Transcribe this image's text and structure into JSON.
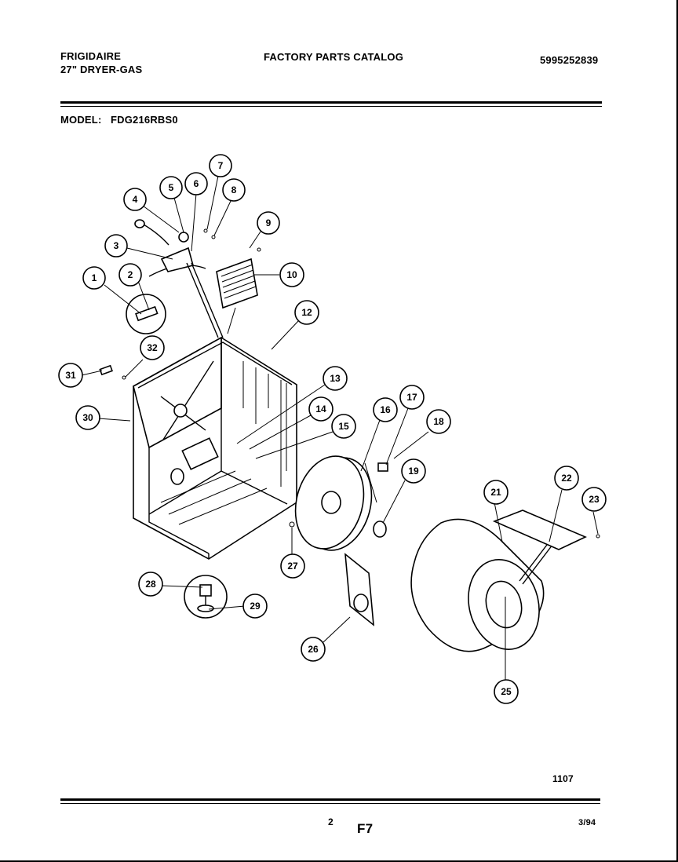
{
  "header": {
    "brand": "FRIGIDAIRE",
    "product": "27\" DRYER-GAS",
    "catalog_title": "FACTORY PARTS CATALOG",
    "catalog_number": "5995252839",
    "model_label": "MODEL:",
    "model_number": "FDG216RBS0"
  },
  "callouts": [
    "1",
    "2",
    "3",
    "4",
    "5",
    "6",
    "7",
    "8",
    "9",
    "10",
    "12",
    "13",
    "14",
    "15",
    "16",
    "17",
    "18",
    "19",
    "21",
    "22",
    "23",
    "25",
    "26",
    "27",
    "28",
    "29",
    "30",
    "31",
    "32"
  ],
  "footer": {
    "figure_code": "1107",
    "page_number": "2",
    "section": "F7",
    "date": "3/94"
  }
}
